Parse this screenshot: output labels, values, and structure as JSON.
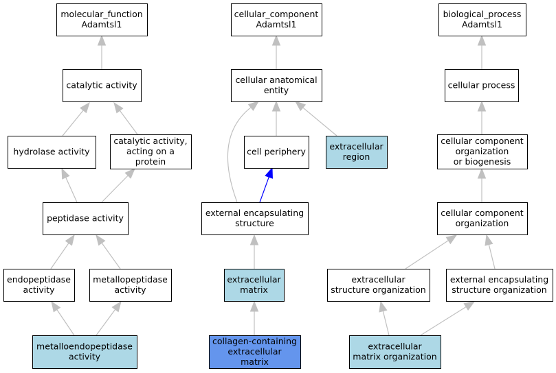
{
  "colors": {
    "default_fill": "#ffffff",
    "highlight_fill": "#add8e6",
    "focus_fill": "#6495ed",
    "edge_gray": "#c0c0c0",
    "edge_blue": "#0000ff"
  },
  "nodes": [
    {
      "id": "mf_root",
      "lines": [
        "molecular_function",
        "Adamtsl1"
      ],
      "style": "default"
    },
    {
      "id": "catalytic",
      "lines": [
        "catalytic activity"
      ],
      "style": "default"
    },
    {
      "id": "hydrolase",
      "lines": [
        "hydrolase activity"
      ],
      "style": "default"
    },
    {
      "id": "cat_protein",
      "lines": [
        "catalytic activity,",
        "acting on a",
        "protein"
      ],
      "style": "default"
    },
    {
      "id": "peptidase",
      "lines": [
        "peptidase activity"
      ],
      "style": "default"
    },
    {
      "id": "endopeptidase",
      "lines": [
        "endopeptidase",
        "activity"
      ],
      "style": "default"
    },
    {
      "id": "metallopeptidase",
      "lines": [
        "metallopeptidase",
        "activity"
      ],
      "style": "default"
    },
    {
      "id": "metalloendopeptidase",
      "lines": [
        "metalloendopeptidase",
        "activity"
      ],
      "style": "highlight"
    },
    {
      "id": "cc_root",
      "lines": [
        "cellular_component",
        "Adamtsl1"
      ],
      "style": "default"
    },
    {
      "id": "anatomical",
      "lines": [
        "cellular anatomical",
        "entity"
      ],
      "style": "default"
    },
    {
      "id": "periphery",
      "lines": [
        "cell periphery"
      ],
      "style": "default"
    },
    {
      "id": "ec_region",
      "lines": [
        "extracellular",
        "region"
      ],
      "style": "highlight"
    },
    {
      "id": "ext_encap",
      "lines": [
        "external encapsulating",
        "structure"
      ],
      "style": "default"
    },
    {
      "id": "ec_matrix",
      "lines": [
        "extracellular",
        "matrix"
      ],
      "style": "highlight"
    },
    {
      "id": "collagen",
      "lines": [
        "collagen-containing",
        "extracellular",
        "matrix"
      ],
      "style": "focus"
    },
    {
      "id": "bp_root",
      "lines": [
        "biological_process",
        "Adamtsl1"
      ],
      "style": "default"
    },
    {
      "id": "cell_process",
      "lines": [
        "cellular process"
      ],
      "style": "default"
    },
    {
      "id": "cc_org_bio",
      "lines": [
        "cellular component",
        "organization",
        "or biogenesis"
      ],
      "style": "default"
    },
    {
      "id": "cc_org",
      "lines": [
        "cellular component",
        "organization"
      ],
      "style": "default"
    },
    {
      "id": "ec_struct_org",
      "lines": [
        "extracellular",
        "structure organization"
      ],
      "style": "default"
    },
    {
      "id": "ext_encap_org",
      "lines": [
        "external encapsulating",
        "structure organization"
      ],
      "style": "default"
    },
    {
      "id": "ec_matrix_org",
      "lines": [
        "extracellular",
        "matrix organization"
      ],
      "style": "highlight"
    }
  ],
  "edges": [
    {
      "from": "catalytic",
      "to": "mf_root",
      "color": "gray"
    },
    {
      "from": "hydrolase",
      "to": "catalytic",
      "color": "gray"
    },
    {
      "from": "cat_protein",
      "to": "catalytic",
      "color": "gray"
    },
    {
      "from": "peptidase",
      "to": "hydrolase",
      "color": "gray"
    },
    {
      "from": "peptidase",
      "to": "cat_protein",
      "color": "gray"
    },
    {
      "from": "endopeptidase",
      "to": "peptidase",
      "color": "gray"
    },
    {
      "from": "metallopeptidase",
      "to": "peptidase",
      "color": "gray"
    },
    {
      "from": "metalloendopeptidase",
      "to": "endopeptidase",
      "color": "gray"
    },
    {
      "from": "metalloendopeptidase",
      "to": "metallopeptidase",
      "color": "gray"
    },
    {
      "from": "anatomical",
      "to": "cc_root",
      "color": "gray"
    },
    {
      "from": "periphery",
      "to": "anatomical",
      "color": "gray"
    },
    {
      "from": "ec_region",
      "to": "anatomical",
      "color": "gray"
    },
    {
      "from": "ext_encap",
      "to": "anatomical",
      "color": "gray"
    },
    {
      "from": "ext_encap",
      "to": "periphery",
      "color": "blue"
    },
    {
      "from": "ec_matrix",
      "to": "ext_encap",
      "color": "gray"
    },
    {
      "from": "collagen",
      "to": "ec_matrix",
      "color": "gray"
    },
    {
      "from": "cell_process",
      "to": "bp_root",
      "color": "gray"
    },
    {
      "from": "cc_org_bio",
      "to": "cell_process",
      "color": "gray"
    },
    {
      "from": "cc_org",
      "to": "cc_org_bio",
      "color": "gray"
    },
    {
      "from": "ec_struct_org",
      "to": "cc_org",
      "color": "gray"
    },
    {
      "from": "ext_encap_org",
      "to": "cc_org",
      "color": "gray"
    },
    {
      "from": "ec_matrix_org",
      "to": "ec_struct_org",
      "color": "gray"
    },
    {
      "from": "ec_matrix_org",
      "to": "ext_encap_org",
      "color": "gray"
    }
  ]
}
